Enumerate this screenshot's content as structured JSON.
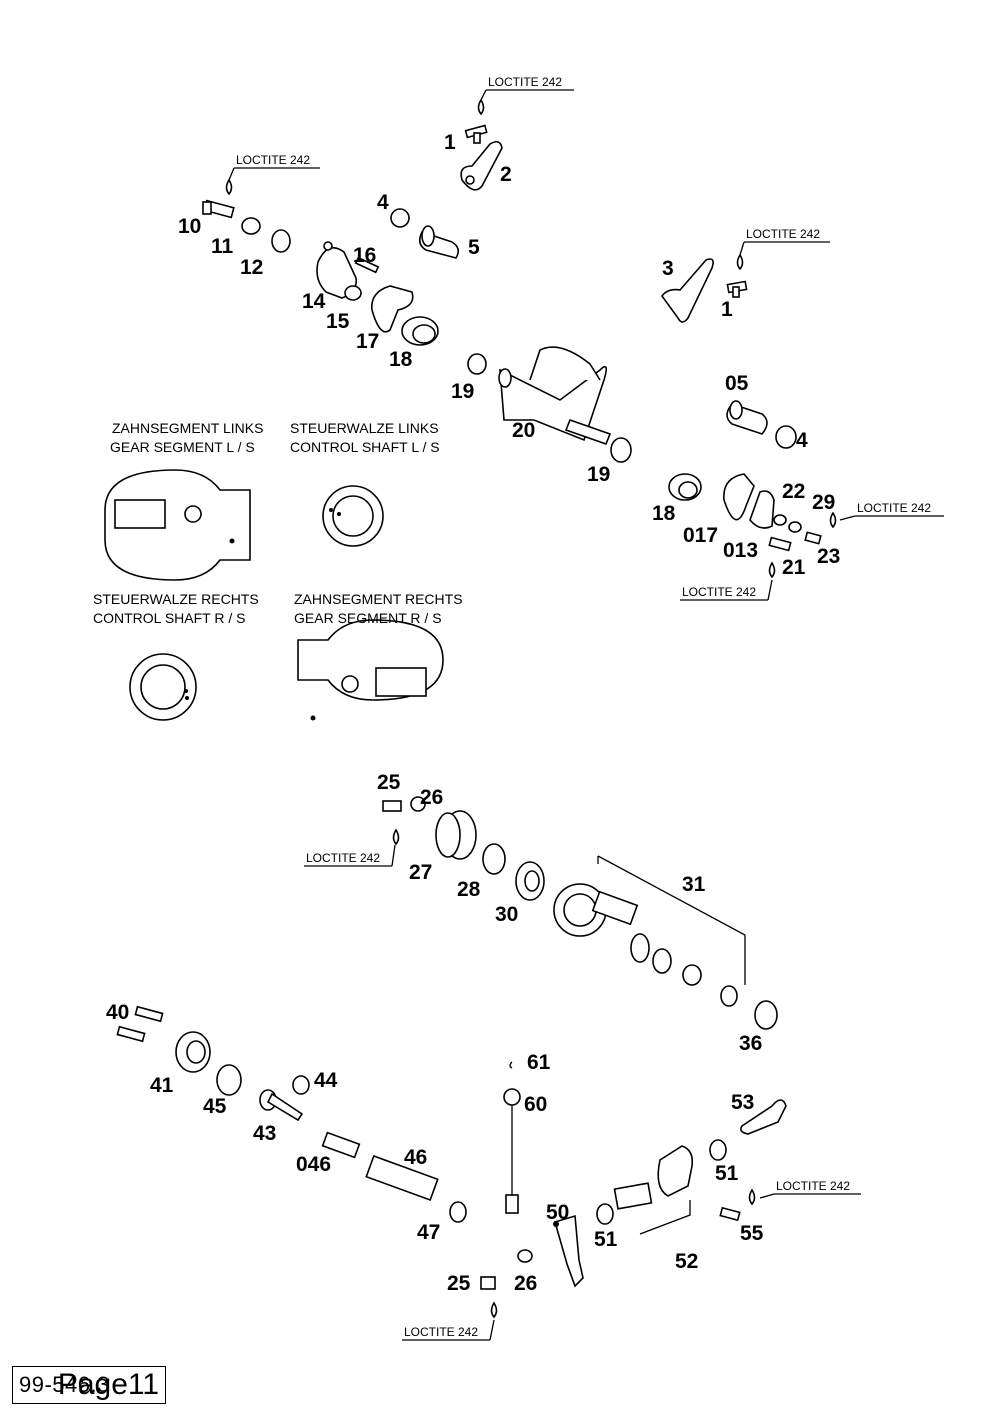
{
  "loctite": "LOCTITE 242",
  "captions": {
    "gear_segment_left_de": "ZAHNSEGMENT LINKS",
    "gear_segment_left_en": "GEAR SEGMENT L / S",
    "control_shaft_left_de": "STEUERWALZE LINKS",
    "control_shaft_left_en": "CONTROL SHAFT L / S",
    "control_shaft_right_de": "STEUERWALZE RECHTS",
    "control_shaft_right_en": "CONTROL SHAFT R / S",
    "gear_segment_right_de": "ZAHNSEGMENT RECHTS",
    "gear_segment_right_en": "GEAR SEGMENT R / S"
  },
  "parts": {
    "p1a": "1",
    "p2": "2",
    "p3": "3",
    "p1b": "1",
    "p4a": "4",
    "p5": "5",
    "p10": "10",
    "p11": "11",
    "p12": "12",
    "p16": "16",
    "p14": "14",
    "p15": "15",
    "p17": "17",
    "p18a": "18",
    "p19a": "19",
    "p20": "20",
    "p19b": "19",
    "p05": "05",
    "p4b": "4",
    "p18b": "18",
    "p017": "017",
    "p013": "013",
    "p22": "22",
    "p29": "29",
    "p21": "21",
    "p23": "23",
    "p25a": "25",
    "p26a": "26",
    "p27": "27",
    "p28": "28",
    "p30": "30",
    "p31": "31",
    "p36": "36",
    "p40": "40",
    "p41": "41",
    "p45": "45",
    "p44": "44",
    "p43": "43",
    "p046": "046",
    "p46": "46",
    "p47": "47",
    "p61": "61",
    "p60": "60",
    "p53": "53",
    "p51a": "51",
    "p51b": "51",
    "p50": "50",
    "p52": "52",
    "p55": "55",
    "p25b": "25",
    "p26b": "26"
  },
  "footer": {
    "code": "99-546.3 ",
    "page": "Page11"
  }
}
